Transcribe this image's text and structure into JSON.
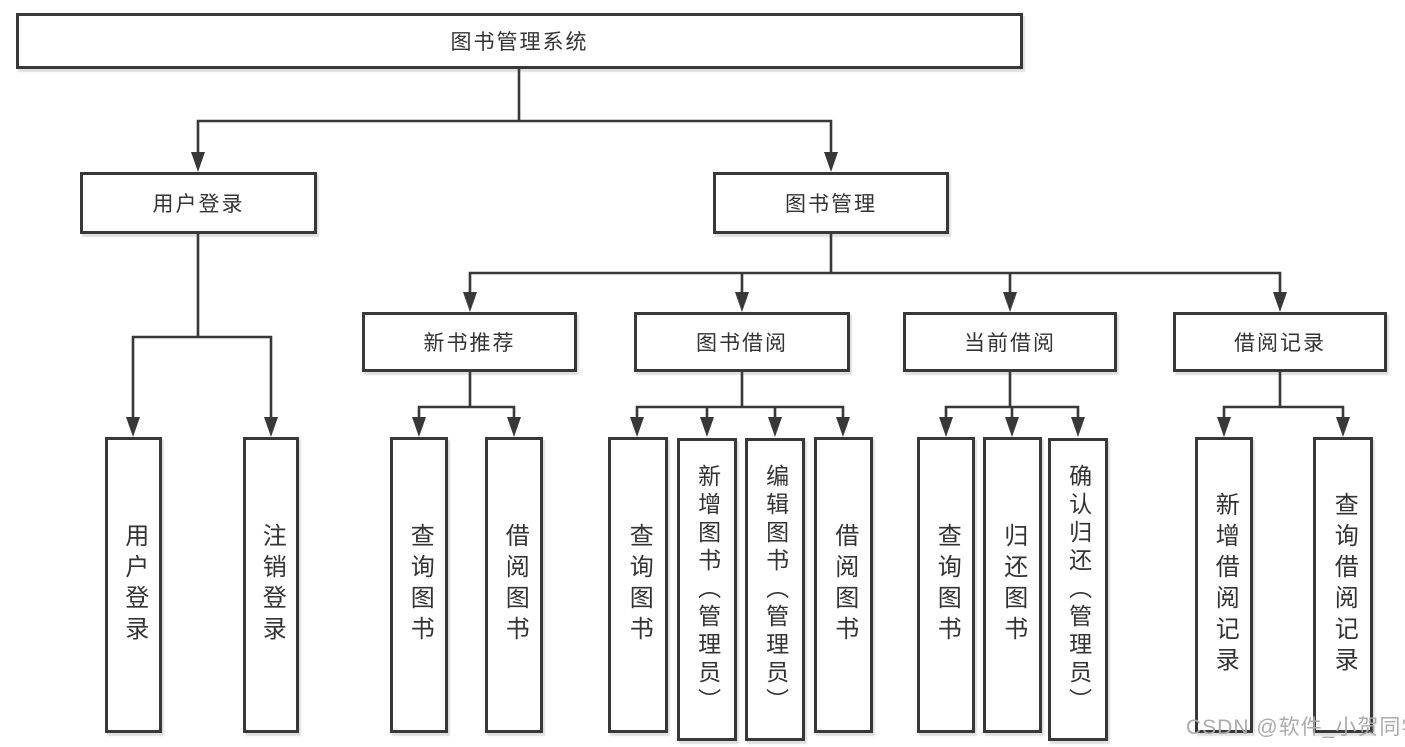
{
  "diagram_title": "图书管理系统",
  "tree": {
    "root": {
      "label": "图书管理系统",
      "children": [
        {
          "label": "用户登录",
          "children": [
            {
              "label": "用户登录"
            },
            {
              "label": "注销登录"
            }
          ]
        },
        {
          "label": "图书管理",
          "children": [
            {
              "label": "新书推荐",
              "children": [
                {
                  "label": "查询图书"
                },
                {
                  "label": "借阅图书"
                }
              ]
            },
            {
              "label": "图书借阅",
              "children": [
                {
                  "label": "查询图书"
                },
                {
                  "label": "新增图书（管理员）"
                },
                {
                  "label": "编辑图书（管理员）"
                },
                {
                  "label": "借阅图书"
                }
              ]
            },
            {
              "label": "当前借阅",
              "children": [
                {
                  "label": "查询图书"
                },
                {
                  "label": "归还图书"
                },
                {
                  "label": "确认归还（管理员）"
                }
              ]
            },
            {
              "label": "借阅记录",
              "children": [
                {
                  "label": "新增借阅记录"
                },
                {
                  "label": "查询借阅记录"
                }
              ]
            }
          ]
        }
      ]
    }
  },
  "watermark": {
    "text": "CSDN @软件_小贺同学",
    "color": "#ababab"
  },
  "colors": {
    "line": "#383838",
    "background": "#ffffff",
    "text": "#333333"
  }
}
